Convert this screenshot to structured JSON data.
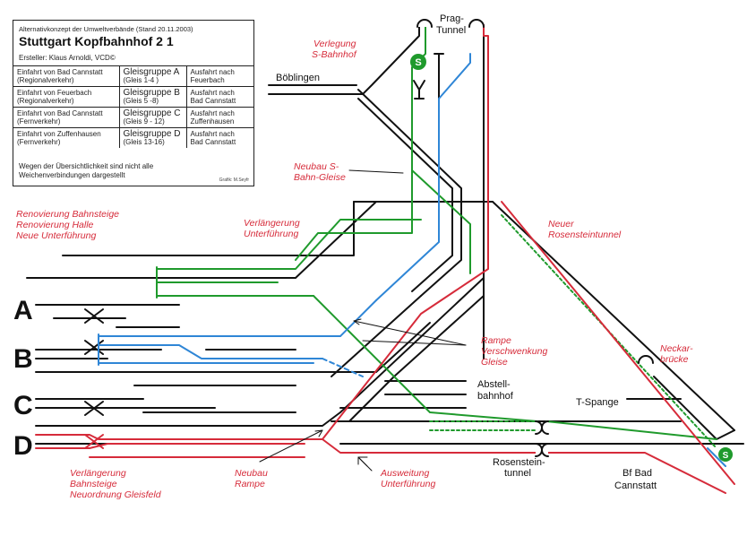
{
  "legend": {
    "subtitle": "Alternativkonzept der Umweltverbände (Stand 20.11.2003)",
    "title": "Stuttgart Kopfbahnhof 2 1",
    "author": "Ersteller: Klaus Arnoldi, VCD©",
    "rows": [
      {
        "from_1": "Einfahrt von Bad Cannstatt",
        "from_2": "(Regionalverkehr)",
        "group": "Gleisgruppe A",
        "tracks": "(Gleis 1-4 )",
        "to_1": "Ausfahrt nach",
        "to_2": "Feuerbach"
      },
      {
        "from_1": "Einfahrt von Feuerbach",
        "from_2": "(Regionalverkehr)",
        "group": "Gleisgruppe B",
        "tracks": "(Gleis 5 -8)",
        "to_1": "Ausfahrt nach",
        "to_2": "Bad Cannstatt"
      },
      {
        "from_1": "Einfahrt von Bad Cannstatt",
        "from_2": "(Fernverkehr)",
        "group": "Gleisgruppe C",
        "tracks": "(Gleis 9 - 12)",
        "to_1": "Ausfahrt nach",
        "to_2": "Zuffenhausen"
      },
      {
        "from_1": "Einfahrt von Zuffenhausen",
        "from_2": "(Fernverkehr)",
        "group": "Gleisgruppe D",
        "tracks": "(Gleis 13-16)",
        "to_1": "Ausfahrt nach",
        "to_2": "Bad Cannstatt"
      }
    ],
    "note_1": "Wegen der Übersichtlichkeit sind nicht alle",
    "note_2": "Weichenverbindungen dargestellt",
    "credit": "Grafik: M.Seyfr"
  },
  "groups": {
    "a": "A",
    "b": "B",
    "c": "C",
    "d": "D"
  },
  "labels": {
    "renovierung": [
      "Renovierung Bahnsteige",
      "Renovierung Halle",
      "Neue Unterführung"
    ],
    "verlaengerung_unterfuehrung": [
      "Verlängerung",
      "Unterführung"
    ],
    "verlegung": [
      "Verlegung",
      "S-Bahnhof"
    ],
    "neubau_sbahn": [
      "Neubau S-",
      "Bahn-Gleise"
    ],
    "neuer_tunnel": [
      "Neuer",
      "Rosensteintunnel"
    ],
    "rampe": [
      "Rampe",
      "Verschwenkung",
      "Gleise"
    ],
    "neckar": [
      "Neckar-",
      "brücke"
    ],
    "verlaengerung_bahnsteige": [
      "Verlängerung",
      "Bahnsteige",
      "Neuordnung Gleisfeld"
    ],
    "neubau_rampe": [
      "Neubau",
      "Rampe"
    ],
    "ausweitung": [
      "Ausweitung",
      "Unterführung"
    ],
    "prag": [
      "Prag-",
      "Tunnel"
    ],
    "boeblingen": "Böblingen",
    "abstell": [
      "Abstell-",
      "bahnhof"
    ],
    "t_spange": "T-Spange",
    "rosenstein": [
      "Rosenstein-",
      "tunnel"
    ],
    "bf_bad": [
      "Bf Bad",
      "Cannstatt"
    ],
    "s_bahn_symbol": "S"
  },
  "colors": {
    "regional": "#1f9a2c",
    "sbahn_blue": "#2f86d6",
    "fernverkehr": "#d62b3a",
    "track": "#111111",
    "s_green": "#1f9a2c"
  }
}
